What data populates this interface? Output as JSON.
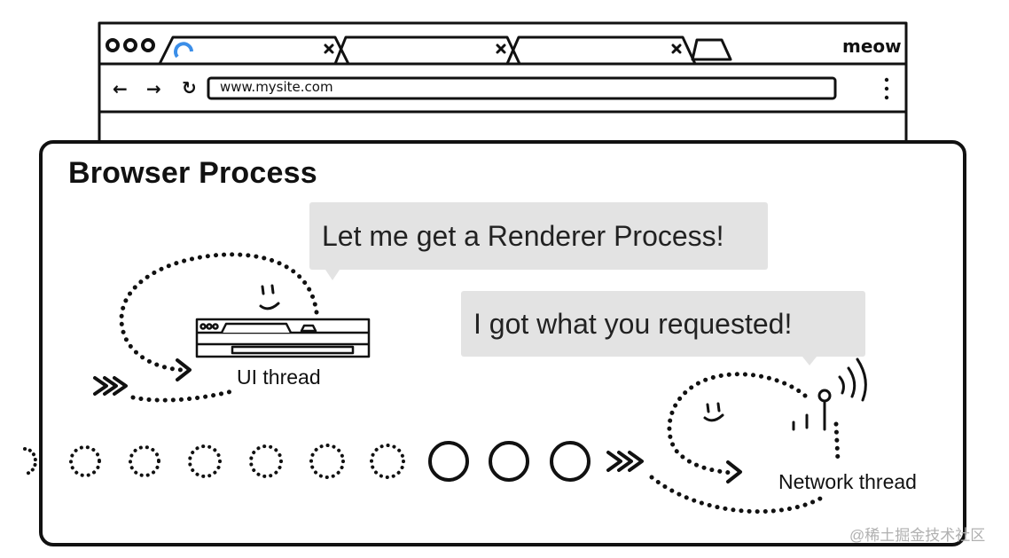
{
  "browser": {
    "tabs": [
      {
        "title": "—— · —— ··"
      },
      {
        "title": "·· —— ——"
      },
      {
        "title": "——— —"
      }
    ],
    "brand": "meow",
    "address": "www.mysite.com",
    "icons": {
      "window_controls": "three-circle-icon",
      "loading": "spinner-icon",
      "close": "close-icon",
      "back": "back-arrow-icon",
      "forward": "forward-arrow-icon",
      "reload": "reload-icon",
      "menu": "kebab-menu-icon"
    }
  },
  "process": {
    "title": "Browser Process",
    "bubbles": [
      {
        "text": "Let me get a Renderer Process!"
      },
      {
        "text": "I got what you requested!"
      }
    ],
    "threads": [
      {
        "label": "UI thread"
      },
      {
        "label": "Network thread"
      }
    ]
  },
  "timeline": {
    "done_count": 6,
    "active_count": 3
  },
  "watermark": "@稀土掘金技术社区"
}
